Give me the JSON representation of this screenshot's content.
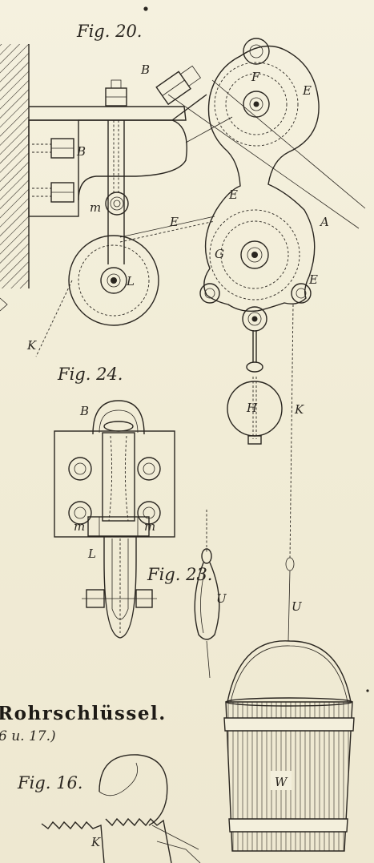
{
  "figures": {
    "fig20": "Fig. 20.",
    "fig24": "Fig. 24.",
    "fig23": "Fig. 23.",
    "fig16": "Fig. 16."
  },
  "title": {
    "main": "Rohrschlüssel.",
    "sub": "6 u. 17.)"
  },
  "labels": {
    "B": "B",
    "F": "F",
    "E": "E",
    "A": "A",
    "G": "G",
    "L": "L",
    "m": "m",
    "K": "K",
    "H": "H",
    "U": "U",
    "W": "W"
  }
}
